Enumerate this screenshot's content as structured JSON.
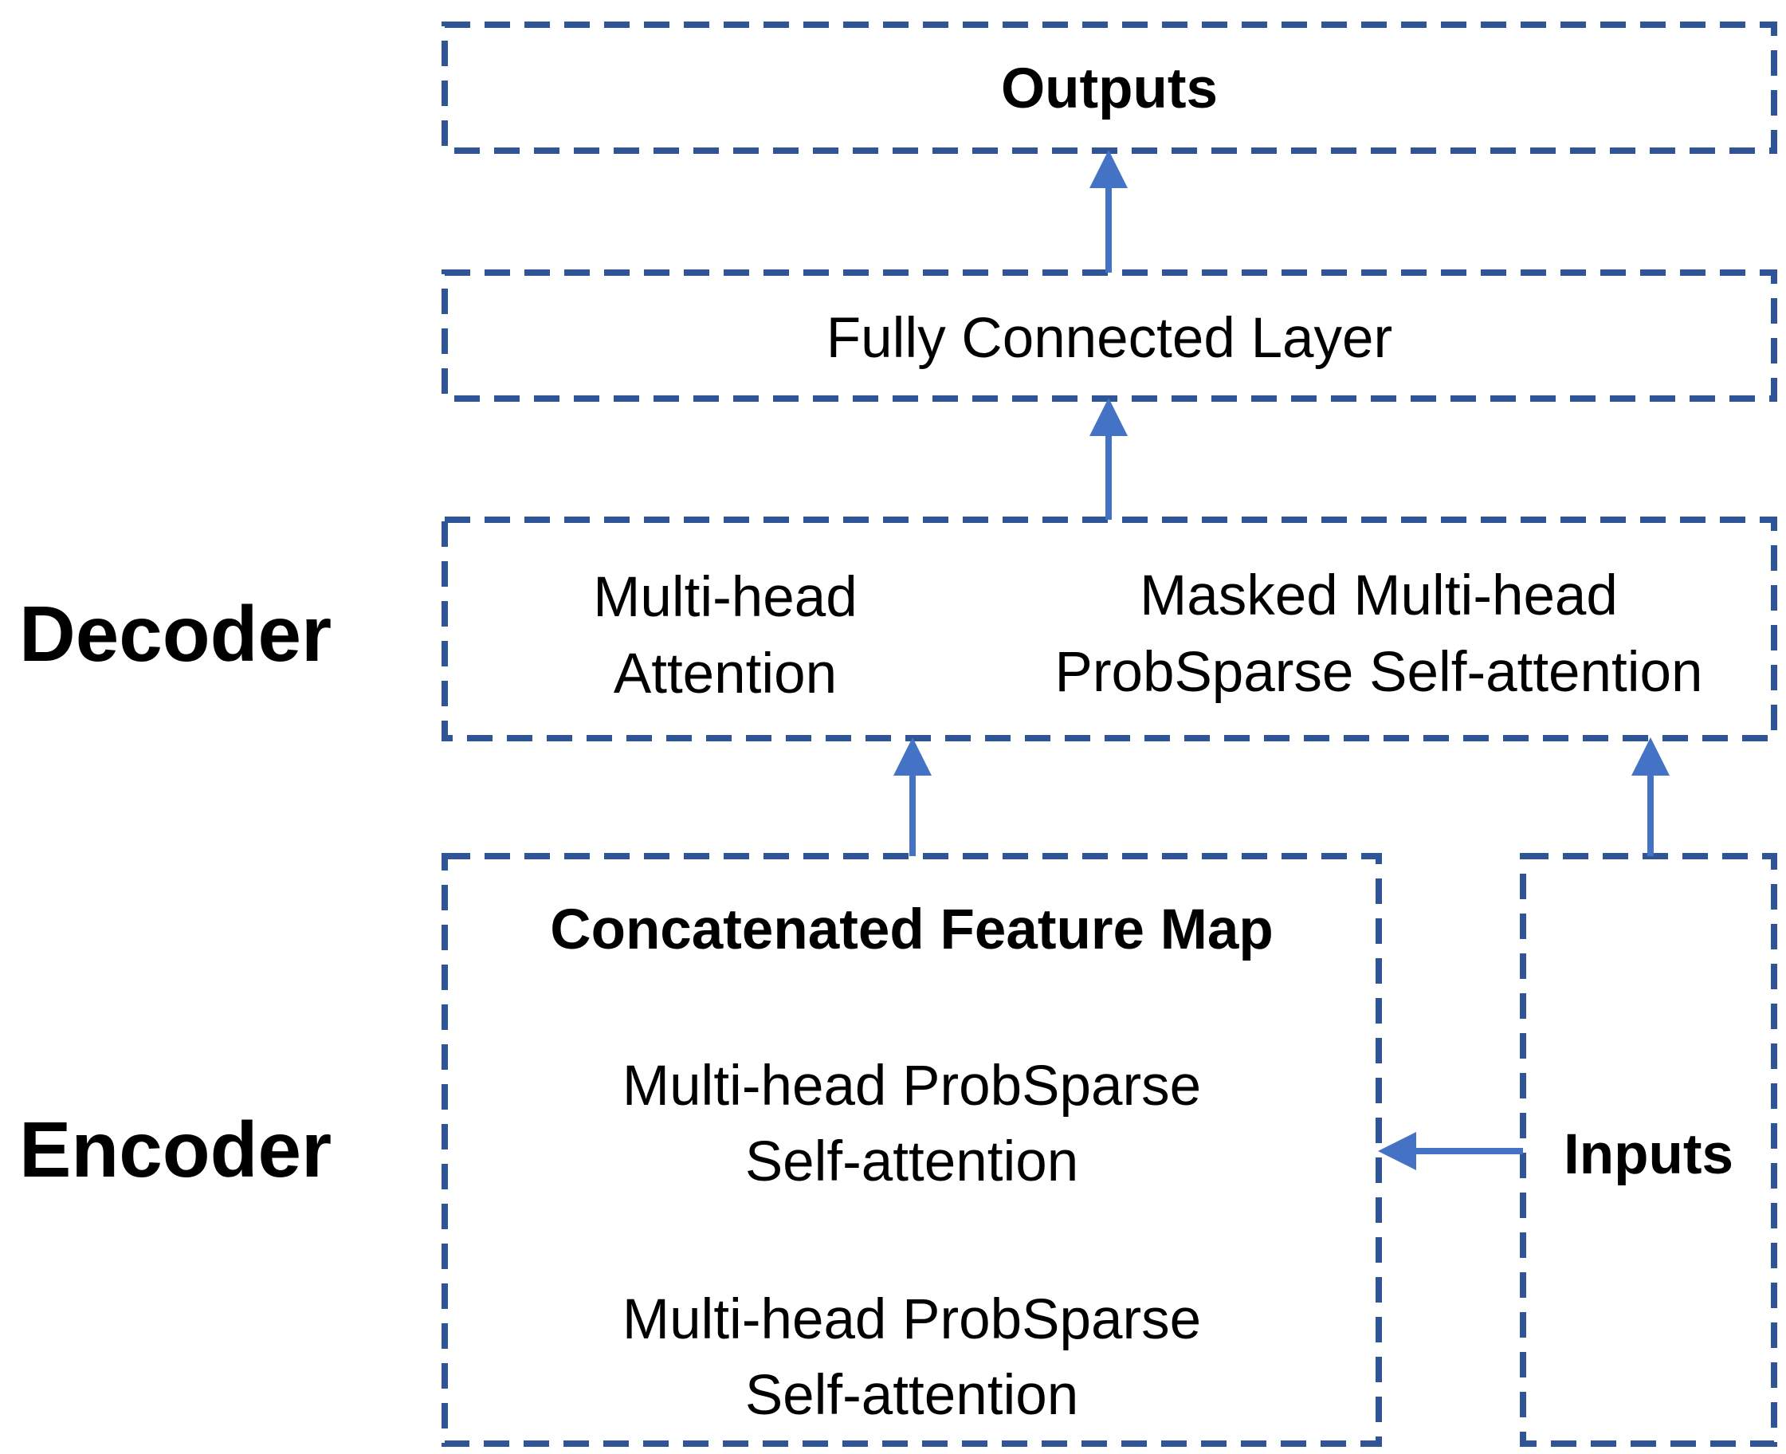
{
  "colors": {
    "box_border": "#2f5597",
    "arrow": "#4472c4",
    "text": "#000000"
  },
  "side_labels": {
    "decoder": "Decoder",
    "encoder": "Encoder"
  },
  "boxes": {
    "outputs": {
      "title": "Outputs"
    },
    "fully_connected": {
      "title": "Fully Connected Layer"
    },
    "decoder": {
      "left_line1": "Multi-head",
      "left_line2": "Attention",
      "right_line1": "Masked Multi-head",
      "right_line2": "ProbSparse Self-attention"
    },
    "encoder": {
      "title": "Concatenated Feature Map",
      "block1_line1": "Multi-head ProbSparse",
      "block1_line2": "Self-attention",
      "block2_line1": "Multi-head ProbSparse",
      "block2_line2": "Self-attention"
    },
    "inputs": {
      "title": "Inputs"
    }
  }
}
